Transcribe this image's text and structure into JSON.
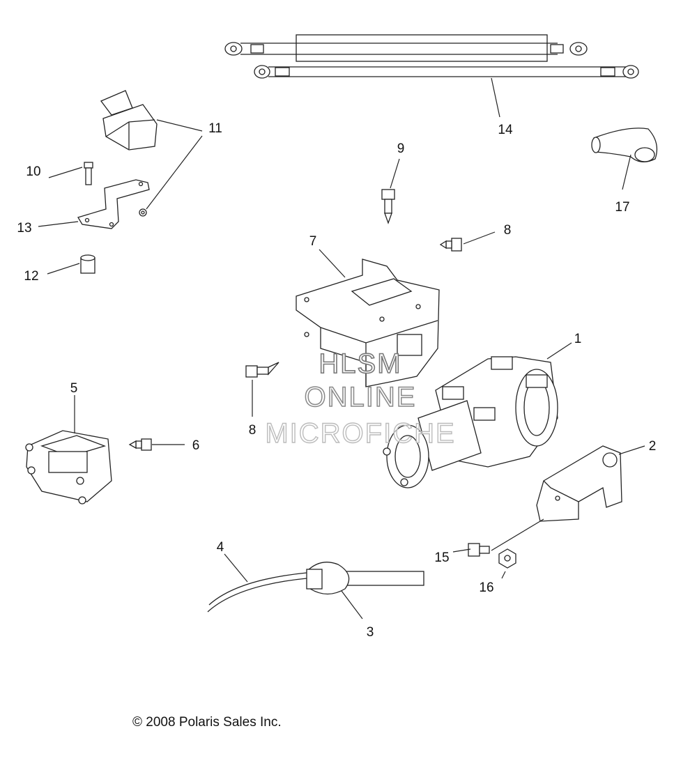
{
  "callouts": {
    "c1": "1",
    "c2": "2",
    "c3": "3",
    "c4": "4",
    "c5": "5",
    "c6": "6",
    "c7": "7",
    "c8a": "8",
    "c8b": "8",
    "c9": "9",
    "c10": "10",
    "c11": "11",
    "c12": "12",
    "c13": "13",
    "c14": "14",
    "c15": "15",
    "c16": "16",
    "c17": "17"
  },
  "watermark": {
    "line1": "HLSM",
    "line2": "ONLINE",
    "line3": "MICROFICHE"
  },
  "copyright": "© 2008 Polaris Sales Inc."
}
